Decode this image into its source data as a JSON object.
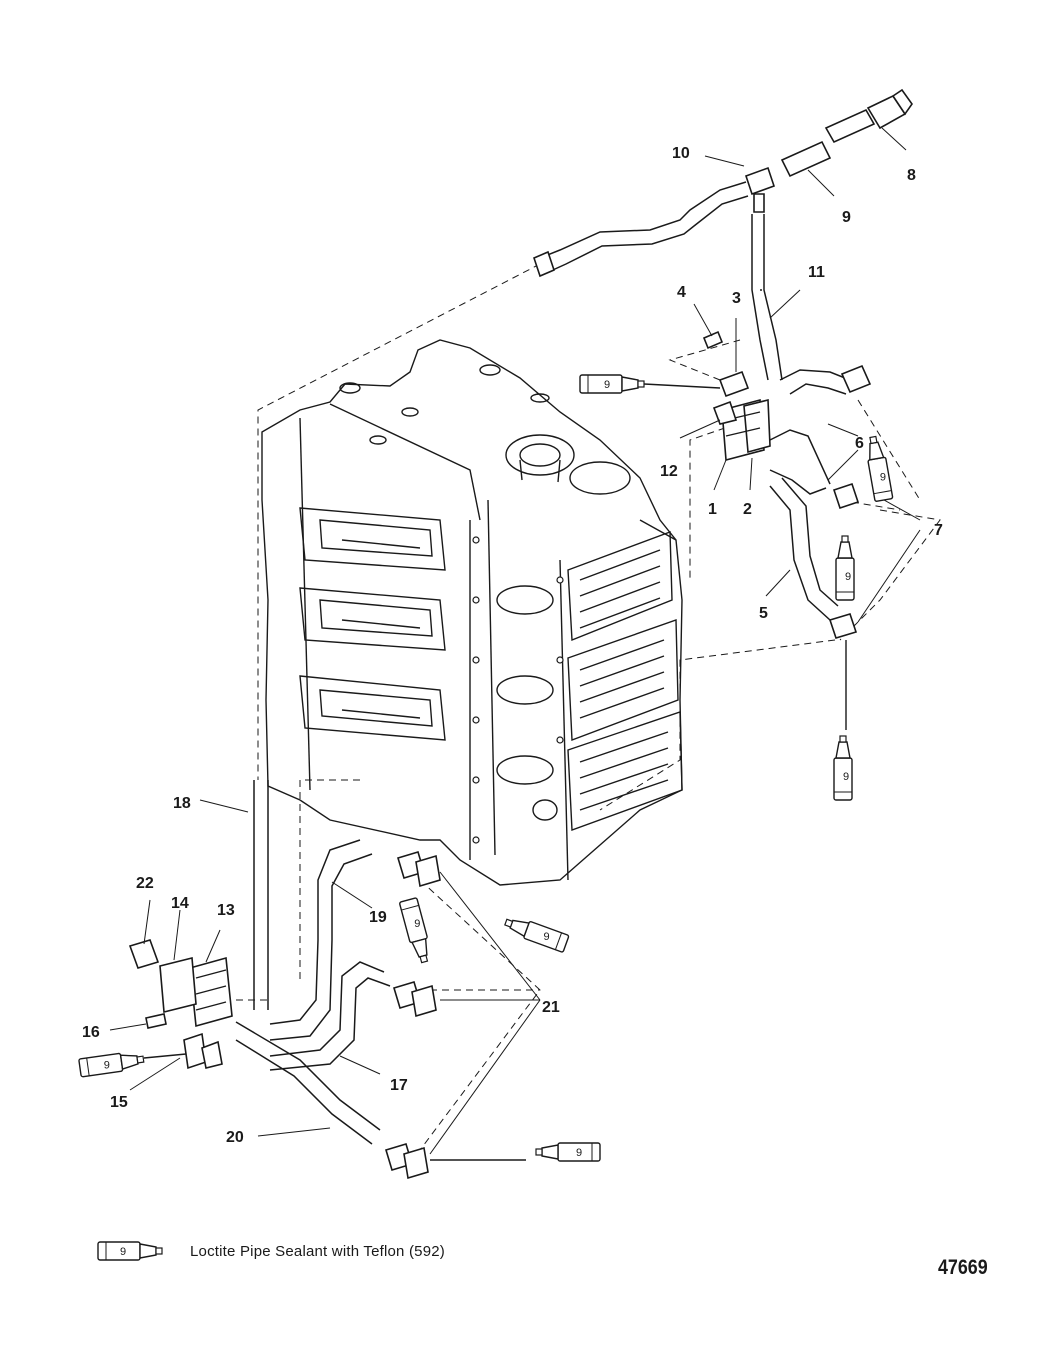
{
  "callouts": {
    "c1": "1",
    "c2": "2",
    "c3": "3",
    "c4": "4",
    "c5": "5",
    "c6": "6",
    "c7": "7",
    "c8": "8",
    "c9": "9",
    "c10": "10",
    "c11": "11",
    "c12": "12",
    "c13": "13",
    "c14": "14",
    "c15": "15",
    "c16": "16",
    "c17": "17",
    "c18": "18",
    "c19": "19",
    "c20": "20",
    "c21": "21",
    "c22": "22"
  },
  "sealant_tube_number": "9",
  "legend": {
    "text": "Loctite Pipe Sealant with Teflon (592)"
  },
  "figure_number": "47669"
}
